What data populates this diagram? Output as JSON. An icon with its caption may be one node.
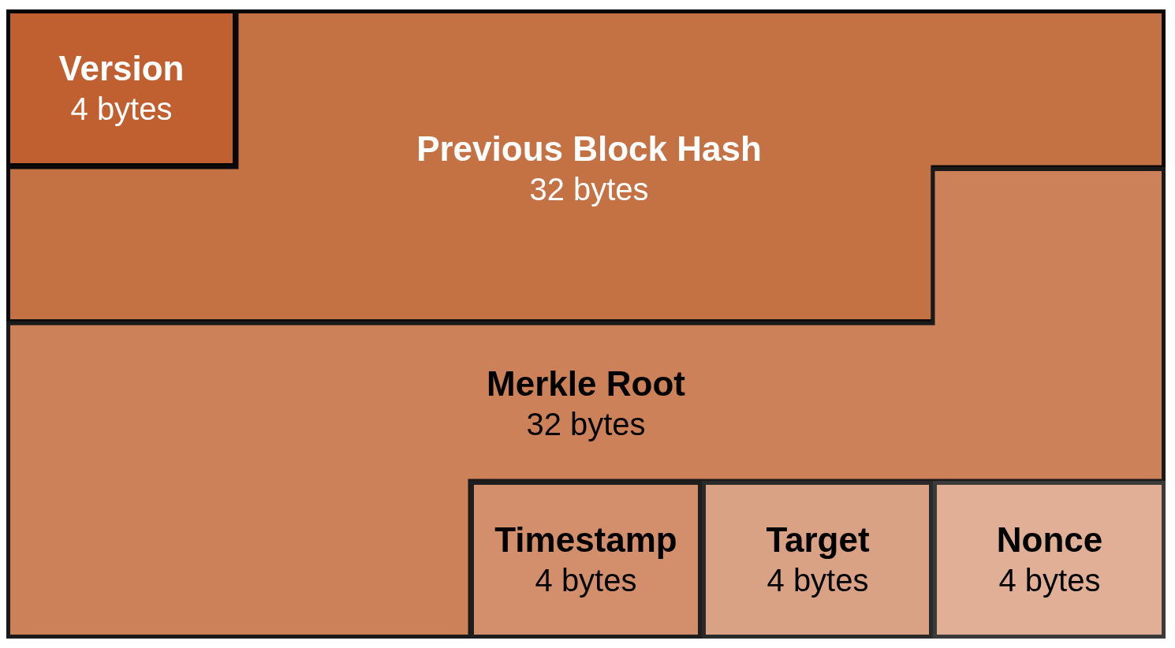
{
  "diagram": {
    "nodes": [
      {
        "text": [
          "Version",
          "4 bytes"
        ]
      },
      {
        "text": [
          "Previous Block Hash",
          "32 bytes"
        ]
      },
      {
        "text": [
          "Merkle Root",
          "32 bytes"
        ]
      },
      {
        "text": [
          "Timestamp",
          "4 bytes"
        ]
      },
      {
        "text": [
          "Target",
          "4 bytes"
        ]
      },
      {
        "text": [
          "Nonce",
          "4 bytes"
        ]
      }
    ]
  }
}
